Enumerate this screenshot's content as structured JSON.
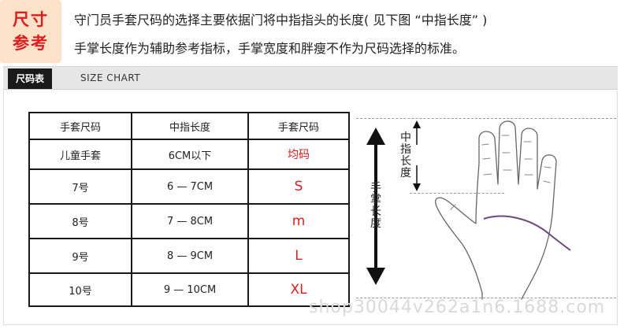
{
  "badge": {
    "line1": "尺寸",
    "line2": "参考"
  },
  "intro": {
    "line1": "守门员手套尺码的选择主要依据门将中指指头的长度( 见下图 “中指长度” )",
    "line2": "手掌长度作为辅助参考指标，手掌宽度和胖瘦不作为尺码选择的标准。"
  },
  "header": {
    "tab": "尺码表",
    "subtitle": "SIZE CHART"
  },
  "table": {
    "headers": [
      "手套尺码",
      "中指长度",
      "手套尺码"
    ],
    "rows": [
      {
        "size": "儿童手套",
        "length": "6CM以下",
        "code": "均码"
      },
      {
        "size": "7号",
        "length": "6 — 7CM",
        "code": "S"
      },
      {
        "size": "8号",
        "length": "7 — 8CM",
        "code": "m"
      },
      {
        "size": "9号",
        "length": "8 — 9CM",
        "code": "L"
      },
      {
        "size": "10号",
        "length": "9 — 10CM",
        "code": "XL"
      }
    ]
  },
  "diagram": {
    "finger_label": "中指长度",
    "palm_label": "手掌长度"
  },
  "watermark": "shop30044v262a1n6.1688.com",
  "colors": {
    "accent": "#e01c1c",
    "badge_bg": "#fbe2c8",
    "tab_bg": "#1a1a1a"
  }
}
